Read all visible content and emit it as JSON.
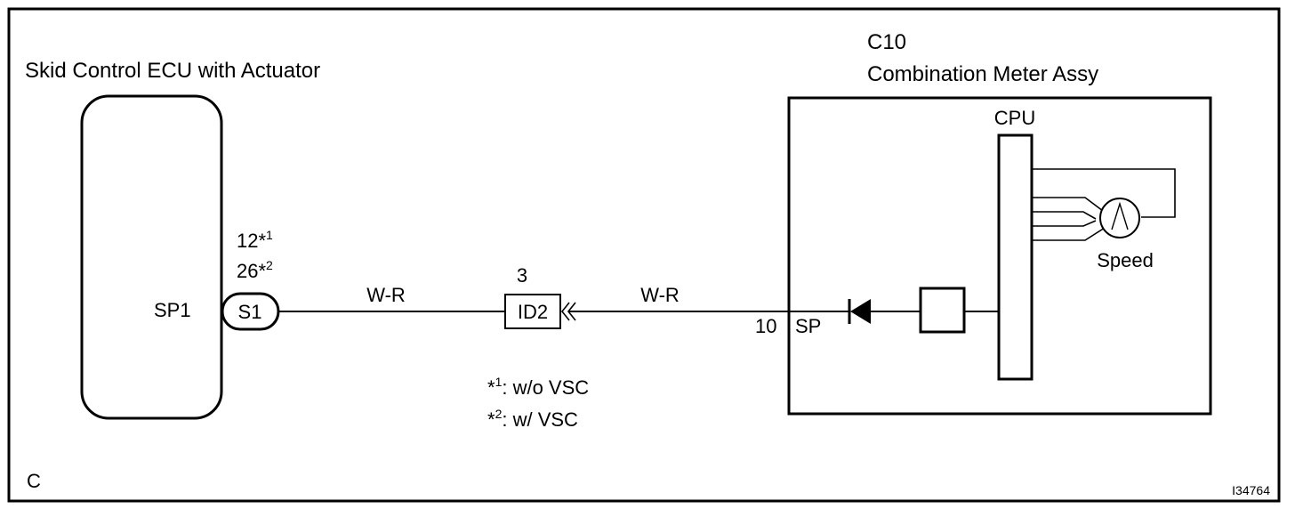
{
  "ecu": {
    "title": "Skid Control ECU with Actuator",
    "terminal_name": "SP1",
    "connector": "S1",
    "pin_note_1_num": "12",
    "pin_note_1_mark": "*",
    "pin_note_1_sup": "1",
    "pin_note_2_num": "26",
    "pin_note_2_mark": "*",
    "pin_note_2_sup": "2"
  },
  "wires": {
    "left_color": "W-R",
    "right_color": "W-R"
  },
  "junction": {
    "name": "ID2",
    "pin": "3"
  },
  "meter": {
    "code": "C10",
    "title": "Combination Meter Assy",
    "cpu_label": "CPU",
    "gauge_label": "Speed",
    "terminal_pin": "10",
    "terminal_name": "SP"
  },
  "notes": {
    "note1_mark": "*",
    "note1_sup": "1",
    "note1_text": ": w/o VSC",
    "note2_mark": "*",
    "note2_sup": "2",
    "note2_text": ": w/ VSC"
  },
  "corner_letter": "C",
  "figure_id": "I34764"
}
